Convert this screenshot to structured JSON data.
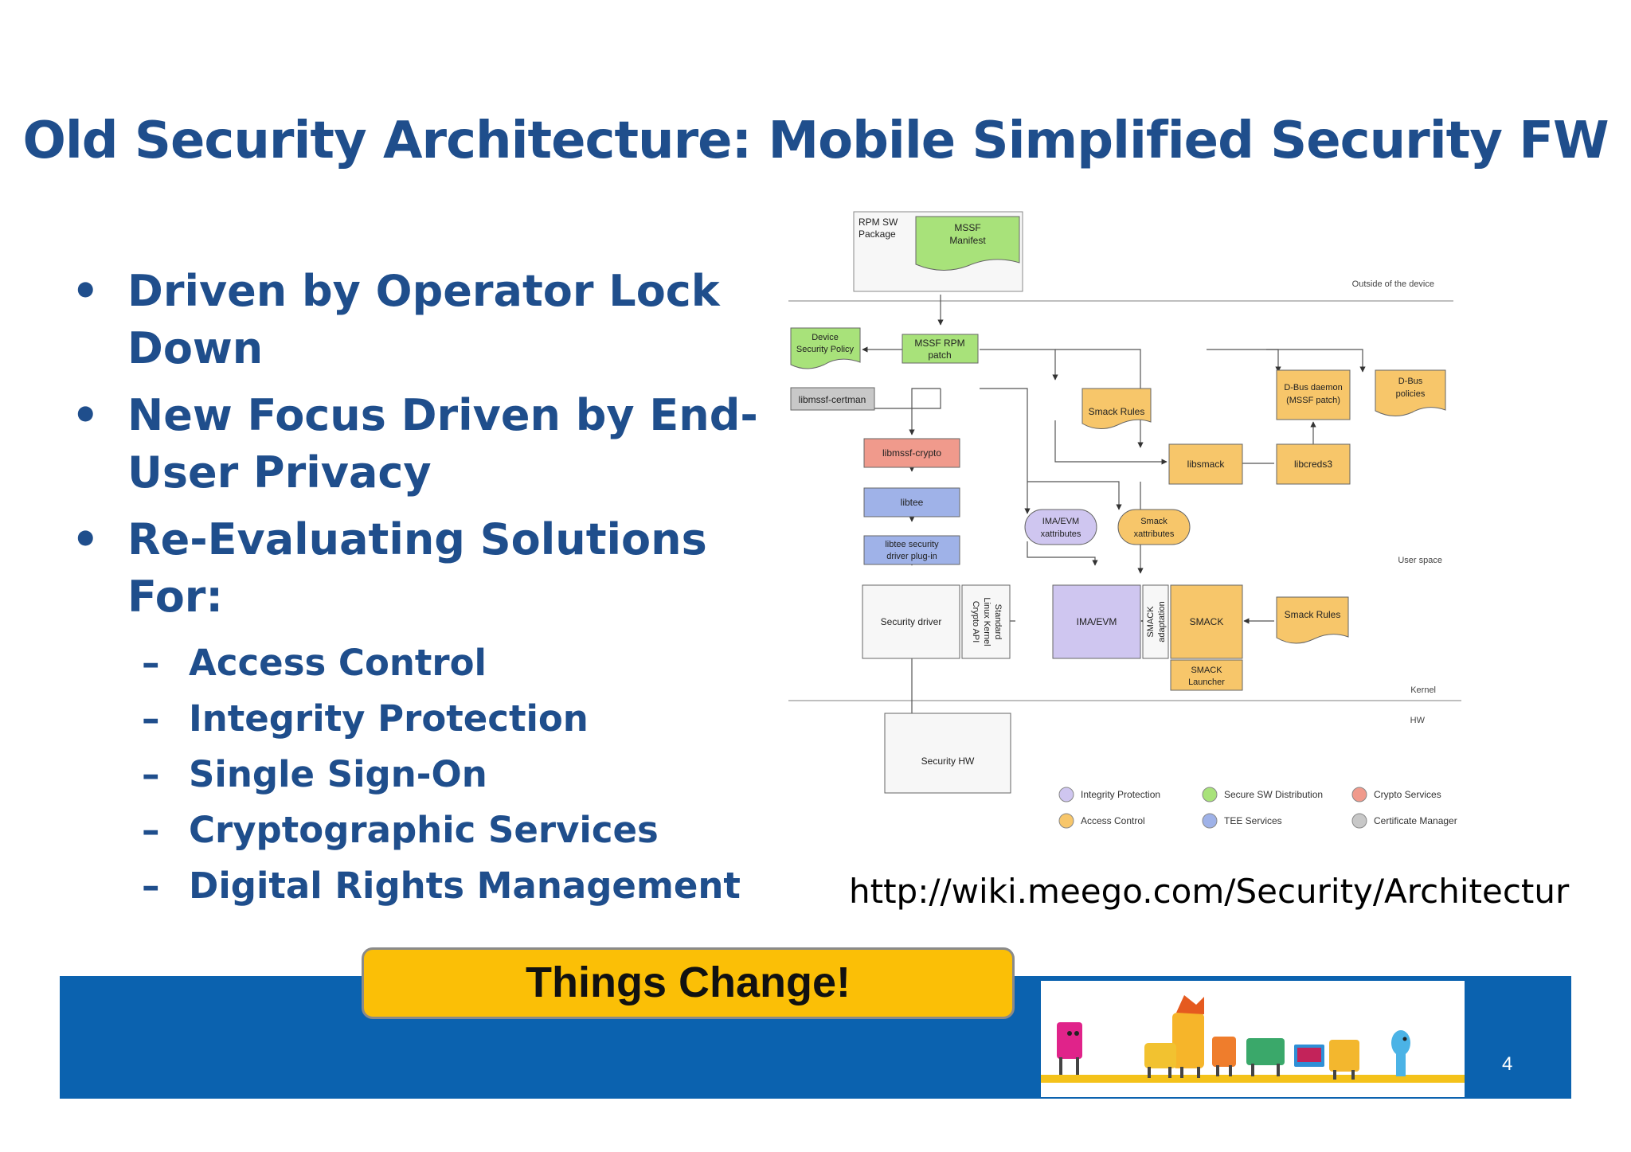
{
  "title": "Old Security Architecture: Mobile Simplified Security FW",
  "bullets": [
    {
      "text": "Driven by Operator Lock Down"
    },
    {
      "text": "New Focus Driven by End-User Privacy",
      "line1": "New Focus Driven by End-",
      "line2": "User Privacy"
    },
    {
      "text": "Re-Evaluating Solutions For:"
    }
  ],
  "sub_bullets": [
    "Access Control",
    "Integrity Protection",
    "Single Sign-On",
    "Cryptographic Services",
    "Digital Rights Management"
  ],
  "bullet_glyph": "•",
  "dash_glyph": "–",
  "diagram": {
    "rpm_package": [
      "RPM SW",
      "Package"
    ],
    "mssf_manifest": [
      "MSSF",
      "Manifest"
    ],
    "outside_label": "Outside of the device",
    "device_policy": [
      "Device",
      "Security Policy"
    ],
    "mssf_rpm_patch": [
      "MSSF RPM",
      "patch"
    ],
    "libmssf_certman": "libmssf-certman",
    "libmssf_crypto": "libmssf-crypto",
    "smack_rules_user": "Smack Rules",
    "dbus_daemon": [
      "D-Bus daemon",
      "(MSSF patch)"
    ],
    "dbus_policies": [
      "D-Bus",
      "policies"
    ],
    "libsmack": "libsmack",
    "libcreds3": "libcreds3",
    "libtee": "libtee",
    "ima_xattr": [
      "IMA/EVM",
      "xattributes"
    ],
    "smack_xattr": [
      "Smack",
      "xattributes"
    ],
    "libtee_plugin": [
      "libtee security",
      "driver plug-in"
    ],
    "user_space": "User space",
    "security_driver": "Security driver",
    "crypto_api": [
      "Standard",
      "Linux Kernel",
      "Crypto API"
    ],
    "ima_evm": "IMA/EVM",
    "smack_adaptation": [
      "SMACK",
      "adaptation"
    ],
    "smack": "SMACK",
    "smack_rules_kernel": "Smack Rules",
    "smack_launcher": [
      "SMACK",
      "Launcher"
    ],
    "kernel": "Kernel",
    "hw": "HW",
    "security_hw": "Security HW",
    "legend": [
      {
        "label": "Integrity Protection",
        "color": "#cfc6f0"
      },
      {
        "label": "Secure SW Distribution",
        "color": "#a8e27a"
      },
      {
        "label": "Crypto Services",
        "color": "#f09a8c"
      },
      {
        "label": "Access Control",
        "color": "#f7c66a"
      },
      {
        "label": "TEE Services",
        "color": "#9fb2e8"
      },
      {
        "label": "Certificate Manager",
        "color": "#c8c8c8"
      }
    ]
  },
  "url": "http://wiki.meego.com/Security/Architectur",
  "callout": "Things Change!",
  "page_number": "4",
  "colors": {
    "title": "#1f4e8c",
    "footer": "#0b62af",
    "callout": "#fbbf06"
  }
}
